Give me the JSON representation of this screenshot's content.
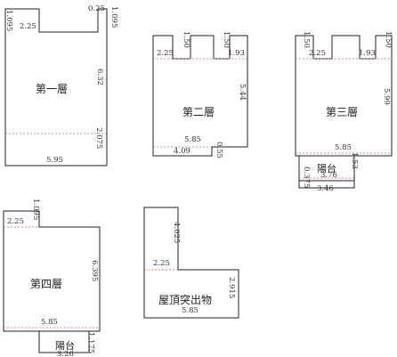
{
  "floors": {
    "f1": {
      "name": "第一層",
      "dims": [
        "1.095",
        "2.25",
        "0.25",
        "1.095",
        "6.32",
        "2.075",
        "5.95"
      ]
    },
    "f2": {
      "name": "第二層",
      "dims": [
        "2.25",
        "1.50",
        "1.50",
        "1.93",
        "5.44",
        "5.85",
        "4.09",
        "0.55"
      ]
    },
    "f3": {
      "name": "第三層",
      "dims": [
        "1.50",
        "2.25",
        "1.50",
        "1.93",
        "5.99",
        "5.85",
        "1.53",
        "3.76",
        "0.375",
        "3.46"
      ],
      "balcony": "陽台"
    },
    "f4": {
      "name": "第四層",
      "dims": [
        "2.25",
        "1.095",
        "6.395",
        "5.85",
        "1.175",
        "3.26"
      ],
      "balcony": "陽台"
    },
    "roof": {
      "name": "屋頂突出物",
      "dims": [
        "4.025",
        "2.25",
        "2.915",
        "5.85"
      ]
    }
  }
}
